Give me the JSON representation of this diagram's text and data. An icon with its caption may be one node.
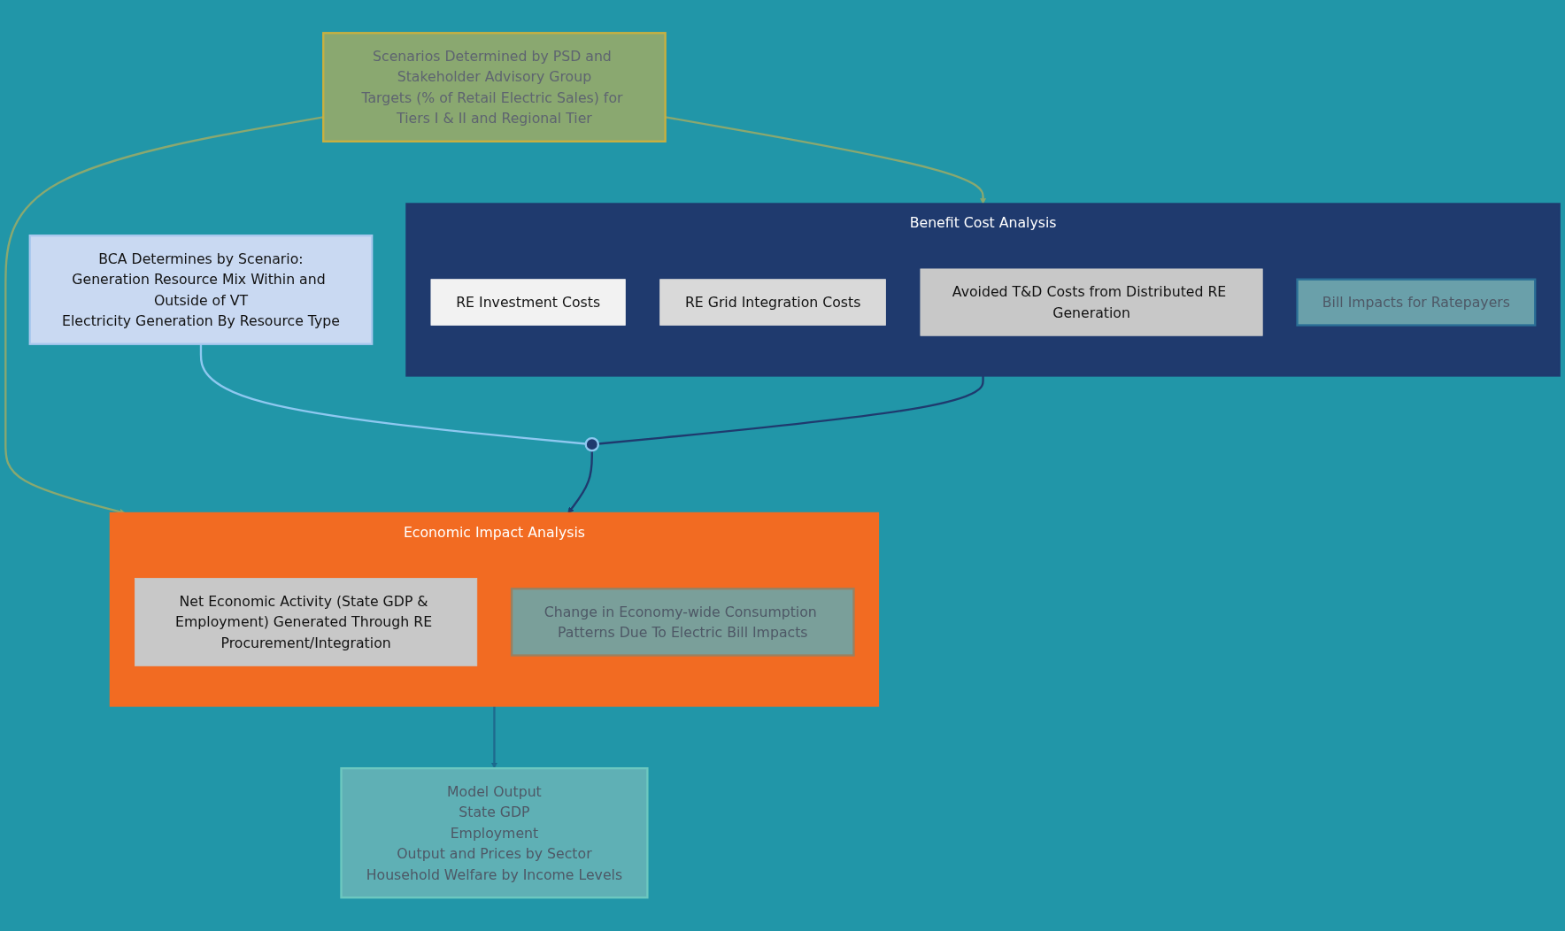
{
  "diagram": {
    "nodes": [
      {
        "text": [
          "Scenarios Determined by PSD and Stakeholder Advisory Group",
          "Targets (% of Retail Electric Sales) for Tiers I & II and Regional Tier"
        ]
      },
      {
        "text": [
          "BCA Determines by Scenario:",
          "Generation Resource Mix Within and Outside of VT",
          "Electricity Generation By Resource Type"
        ]
      },
      {
        "text": [
          "Benefit Cost Analysis"
        ]
      },
      {
        "text": [
          "RE Investment Costs"
        ],
        "in": 2
      },
      {
        "text": [
          "RE Grid Integration Costs"
        ],
        "in": 2
      },
      {
        "text": [
          "Avoided T&D Costs from Distributed RE Generation"
        ],
        "in": 2
      },
      {
        "text": [
          "Bill Impacts for Ratepayers"
        ],
        "in": 2
      },
      {
        "text": [],
        "shape": "circle"
      },
      {
        "text": [
          "Economic Impact Analysis"
        ]
      },
      {
        "text": [
          "Net Economic Activity (State GDP & Employment) Generated Through RE Procurement/Integration"
        ],
        "in": 8
      },
      {
        "text": [
          "Change in Economy-wide Consumption Patterns Due To Electric Bill Impacts"
        ],
        "in": 8
      },
      {
        "text": [
          "Model Output",
          "State GDP",
          "Employment",
          "Output and Prices by Sector",
          "Household Welfare by Income Levels"
        ]
      }
    ],
    "edges": [
      {
        "from": 0,
        "to": 2,
        "arrow": "to",
        "color": "#8aa870"
      },
      {
        "from": 0,
        "to": 8,
        "arrow": "to",
        "color": "#8aa870"
      },
      {
        "from": 2,
        "to": 7,
        "arrow": "none",
        "color": "#1f3a6e"
      },
      {
        "from": 7,
        "to": 8,
        "arrow": "to",
        "color": "#1f3a6e"
      },
      {
        "from": 1,
        "to": 7,
        "arrow": "none",
        "color": "#8ec8f0"
      },
      {
        "from": 8,
        "to": 11,
        "arrow": "to",
        "color": "#1e6a8e"
      }
    ]
  }
}
